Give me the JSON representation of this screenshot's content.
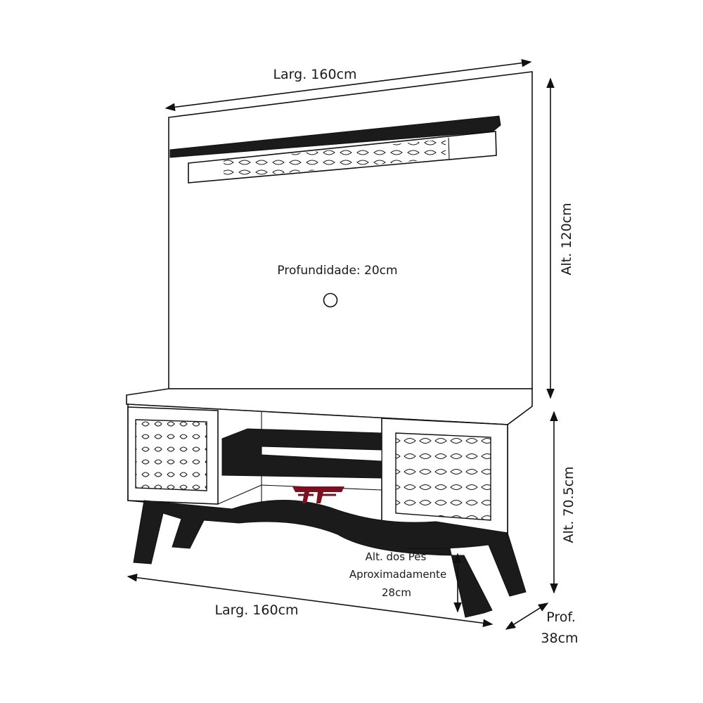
{
  "labels": {
    "top_width": "Larg. 160cm",
    "bottom_width": "Larg. 160cm",
    "panel_height": "Alt. 120cm",
    "rack_height": "Alt. 70.5cm",
    "depth_panel": "Profundidade: 20cm",
    "legs_line1": "Alt. dos Pés",
    "legs_line2": "Aproximadamente",
    "legs_line3": "28cm",
    "rack_depth_line1": "Prof.",
    "rack_depth_line2": "38cm"
  },
  "colors": {
    "line": "#111111",
    "dark_wood": "#1b1b1b",
    "logo": "#7a1020"
  },
  "icons": {
    "logo": "ff-brand-logo",
    "cable_hole": "cable-pass-hole"
  }
}
